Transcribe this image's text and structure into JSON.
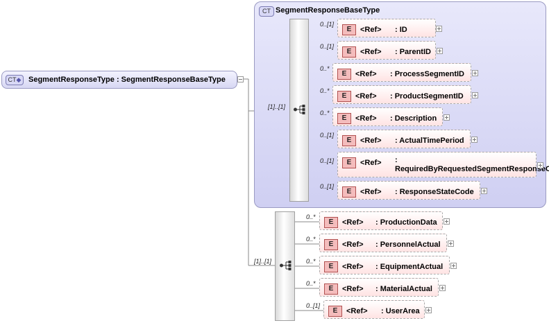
{
  "root": {
    "badge": "CT",
    "label": "SegmentResponseType : SegmentResponseBaseType"
  },
  "base_group": {
    "badge": "CT",
    "title": "SegmentResponseBaseType",
    "cardinality": "[1]..[1]"
  },
  "base_elements": [
    {
      "card": "0..[1]",
      "badge": "E",
      "ref": "<Ref>",
      "name": ": ID"
    },
    {
      "card": "0..[1]",
      "badge": "E",
      "ref": "<Ref>",
      "name": ": ParentID"
    },
    {
      "card": "0..*",
      "badge": "E",
      "ref": "<Ref>",
      "name": ": ProcessSegmentID"
    },
    {
      "card": "0..*",
      "badge": "E",
      "ref": "<Ref>",
      "name": ": ProductSegmentID"
    },
    {
      "card": "0..*",
      "badge": "E",
      "ref": "<Ref>",
      "name": ": Description"
    },
    {
      "card": "0..[1]",
      "badge": "E",
      "ref": "<Ref>",
      "name": ": ActualTimePeriod"
    },
    {
      "card": "0..[1]",
      "badge": "E",
      "ref": "<Ref>",
      "name": ": RequiredByRequestedSegmentResponseCode"
    },
    {
      "card": "0..[1]",
      "badge": "E",
      "ref": "<Ref>",
      "name": ": ResponseStateCode"
    }
  ],
  "ext_sequence": {
    "cardinality": "[1]..[1]"
  },
  "ext_elements": [
    {
      "card": "0..*",
      "badge": "E",
      "ref": "<Ref>",
      "name": ": ProductionData"
    },
    {
      "card": "0..*",
      "badge": "E",
      "ref": "<Ref>",
      "name": ": PersonnelActual"
    },
    {
      "card": "0..*",
      "badge": "E",
      "ref": "<Ref>",
      "name": ": EquipmentActual"
    },
    {
      "card": "0..*",
      "badge": "E",
      "ref": "<Ref>",
      "name": ": MaterialActual"
    },
    {
      "card": "0..[1]",
      "badge": "E",
      "ref": "<Ref>",
      "name": ": UserArea"
    }
  ]
}
